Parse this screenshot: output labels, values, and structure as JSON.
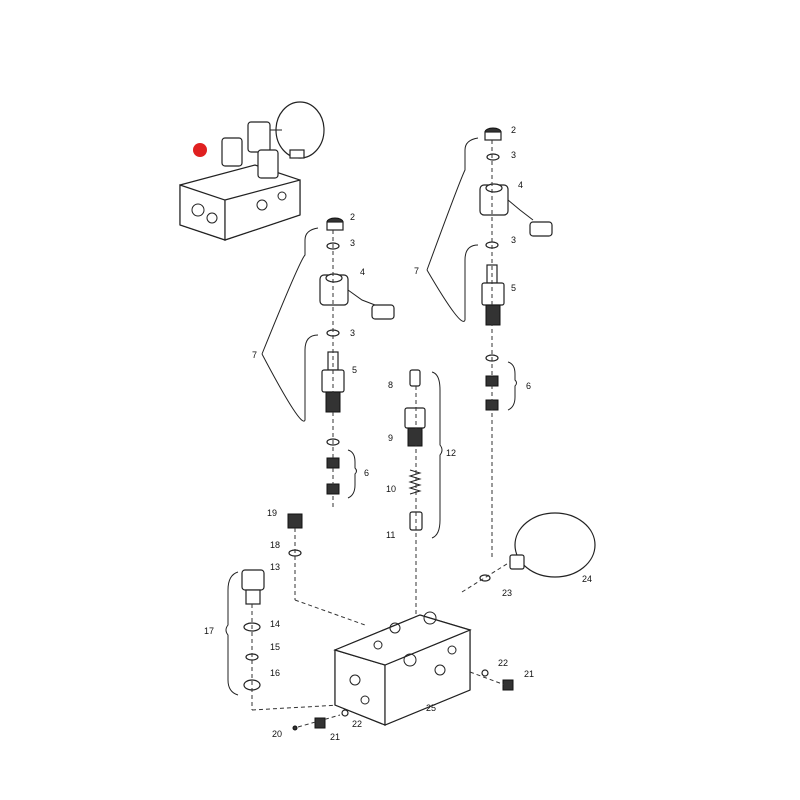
{
  "callouts": {
    "c2a": "2",
    "c3a": "3",
    "c4a": "4",
    "c3b": "3",
    "c5a": "5",
    "c6a": "6",
    "c7a": "7",
    "c2b": "2",
    "c3c": "3",
    "c4b": "4",
    "c3d": "3",
    "c5b": "5",
    "c6b": "6",
    "c7b": "7",
    "c8": "8",
    "c9": "9",
    "c10": "10",
    "c11": "11",
    "c12": "12",
    "c19": "19",
    "c18": "18",
    "c13": "13",
    "c14": "14",
    "c15": "15",
    "c16": "16",
    "c17": "17",
    "c23": "23",
    "c24": "24",
    "c22a": "22",
    "c21a": "21",
    "c25": "25",
    "c20": "20",
    "c21b": "21",
    "c22b": "22"
  },
  "marker": {
    "color": "#e02020"
  },
  "colors": {
    "line": "#222222",
    "background": "#ffffff"
  }
}
